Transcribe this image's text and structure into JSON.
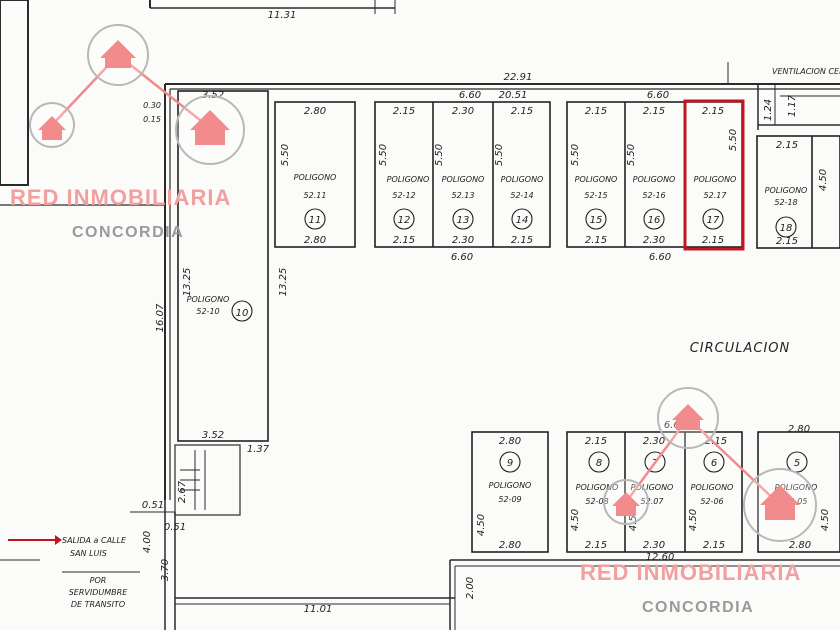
{
  "plan": {
    "circulation_label": "CIRCULACION",
    "ventilation_label": "VENTILACION CEN",
    "exit_note": [
      "SALIDA a CALLE",
      "SAN LUIS"
    ],
    "servitude_note": [
      "POR",
      "SERVIDUMBRE",
      "DE TRANSITO"
    ],
    "highlighted_lot": "17",
    "polygon_word": "POLIGONO",
    "top_lots": [
      {
        "num": "11",
        "code": "52.11",
        "top": "2.80",
        "bottom": "2.80",
        "side": "5.50"
      },
      {
        "num": "12",
        "code": "52-12",
        "top": "2.15",
        "bottom": "2.15",
        "side": "5.50"
      },
      {
        "num": "13",
        "code": "52.13",
        "top": "2.30",
        "bottom": "2.30",
        "side": "5.50"
      },
      {
        "num": "14",
        "code": "52-14",
        "top": "2.15",
        "bottom": "2.15",
        "side": "5.50"
      },
      {
        "num": "15",
        "code": "52-15",
        "top": "2.15",
        "bottom": "2.15",
        "side": "5.50"
      },
      {
        "num": "16",
        "code": "52-16",
        "top": "2.15",
        "bottom": "2.30",
        "side": "5.50"
      },
      {
        "num": "17",
        "code": "52.17",
        "top": "2.15",
        "bottom": "2.15",
        "side": "5.50"
      },
      {
        "num": "18",
        "code": "52-18",
        "top": "2.15",
        "bottom": "2.15",
        "side": "4.50"
      }
    ],
    "bottom_lots": [
      {
        "num": "9",
        "code": "52-09",
        "top": "2.80",
        "bottom": "2.80",
        "side": "4.50"
      },
      {
        "num": "8",
        "code": "52-08",
        "top": "2.15",
        "bottom": "2.15",
        "side": "4.50"
      },
      {
        "num": "7",
        "code": "52.07",
        "top": "2.30",
        "bottom": "2.30",
        "side": "4.50"
      },
      {
        "num": "6",
        "code": "52-06",
        "top": "2.15",
        "bottom": "2.15",
        "side": "4.50"
      },
      {
        "num": "5",
        "code": "52.05",
        "top": "2.80",
        "bottom": "2.80",
        "side": "4.50"
      }
    ],
    "lot10": {
      "num": "10",
      "code": "52-10",
      "top": "3.52",
      "bottom": "3.52",
      "side": "13.25"
    },
    "dimensions": {
      "d1131": "11.31",
      "d2291": "22.91",
      "d660a": "6.60",
      "d2051": "20.51",
      "d660b": "6.60",
      "d660c": "6.60",
      "d660d": "6.60",
      "d660e": "6.60",
      "d1607": "16.07",
      "d1325": "13.25",
      "d124": "1.24",
      "d117": "1.17",
      "d1101": "11.01",
      "d370": "3.70",
      "d400": "4.00",
      "d051a": "0.51",
      "d051b": "0.51",
      "d200": "2.00",
      "d267": "2.67",
      "d137": "1.37",
      "d030": "0.30",
      "d015": "0.15",
      "d1260": "12.60"
    }
  },
  "watermark": {
    "brand": "RED INMOBILIARIA",
    "city": "CONCORDIA",
    "brand_color": "#f28b8b",
    "highlight_color": "#c0171f"
  }
}
